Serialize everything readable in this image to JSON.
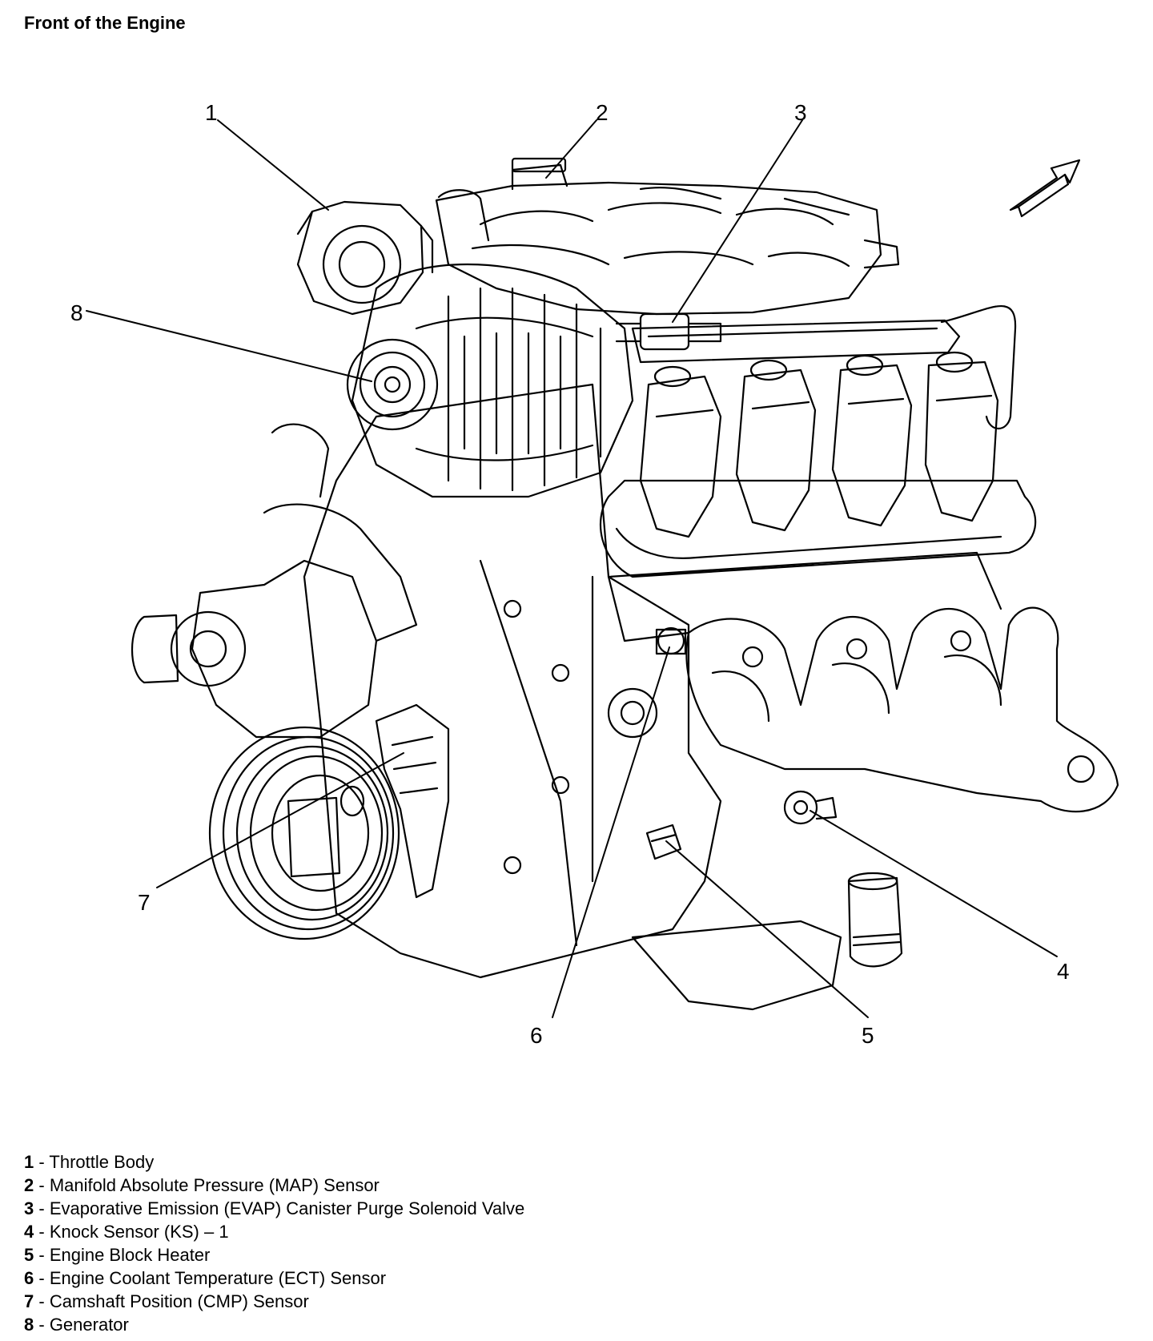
{
  "title": "Front of the Engine",
  "callouts": [
    "1",
    "2",
    "3",
    "4",
    "5",
    "6",
    "7",
    "8"
  ],
  "legend": [
    {
      "num": "1",
      "sep": " - ",
      "label": "Throttle Body"
    },
    {
      "num": "2",
      "sep": " - ",
      "label": "Manifold Absolute Pressure (MAP) Sensor"
    },
    {
      "num": "3",
      "sep": " - ",
      "label": "Evaporative Emission (EVAP) Canister Purge Solenoid Valve"
    },
    {
      "num": "4",
      "sep": " - ",
      "label": "Knock Sensor (KS) – 1"
    },
    {
      "num": "5",
      "sep": " - ",
      "label": "Engine Block Heater"
    },
    {
      "num": "6",
      "sep": " - ",
      "label": "Engine Coolant Temperature (ECT) Sensor"
    },
    {
      "num": "7",
      "sep": " - ",
      "label": "Camshaft Position (CMP) Sensor"
    },
    {
      "num": "8",
      "sep": " - ",
      "label": "Generator"
    }
  ],
  "colors": {
    "ink": "#000000",
    "paper": "#ffffff"
  }
}
